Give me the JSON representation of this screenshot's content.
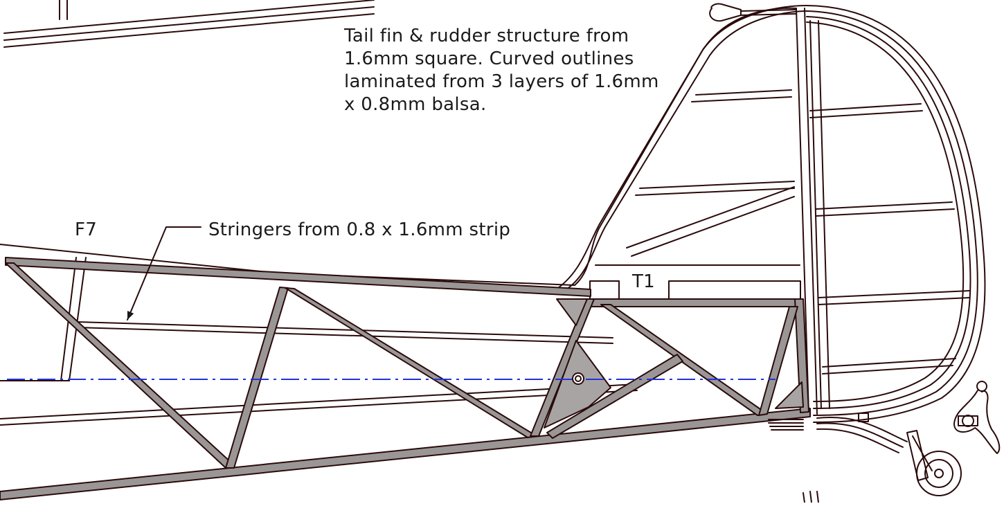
{
  "labels": {
    "fin_note": [
      "Tail fin & rudder structure from",
      "1.6mm square. Curved outlines",
      "laminated from 3 layers of 1.6mm",
      "x 0.8mm balsa."
    ],
    "stringer_note": "Stringers from 0.8 x 1.6mm strip",
    "former": "F7",
    "tailplane_mount": "T1"
  },
  "colors": {
    "outline": "#2a0a0a",
    "structure_fill": "#9a9696",
    "centerline": "#2233dd",
    "background": "#ffffff"
  }
}
